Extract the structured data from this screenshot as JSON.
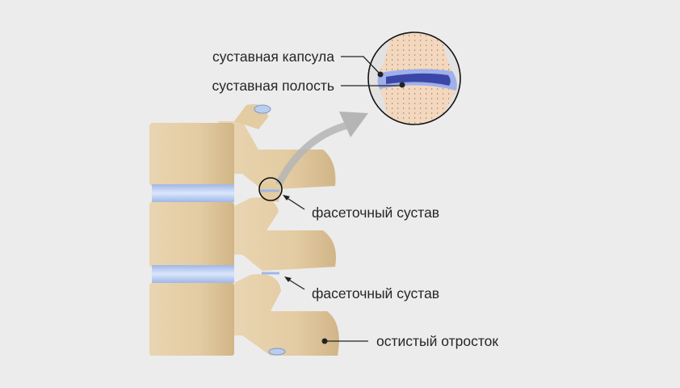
{
  "labels": {
    "capsule": "суставная капсула",
    "cavity": "суставная полость",
    "facet_joint_1": "фасеточный сустав",
    "facet_joint_2": "фасеточный сустав",
    "spinous_process": "остистый отросток"
  },
  "colors": {
    "background": "#ececec",
    "bone": "#e6cfa8",
    "bone_shade": "#d4b98c",
    "disc": "#b9cdf0",
    "cavity": "#3c46a8",
    "arrow": "#b5b5b5"
  }
}
